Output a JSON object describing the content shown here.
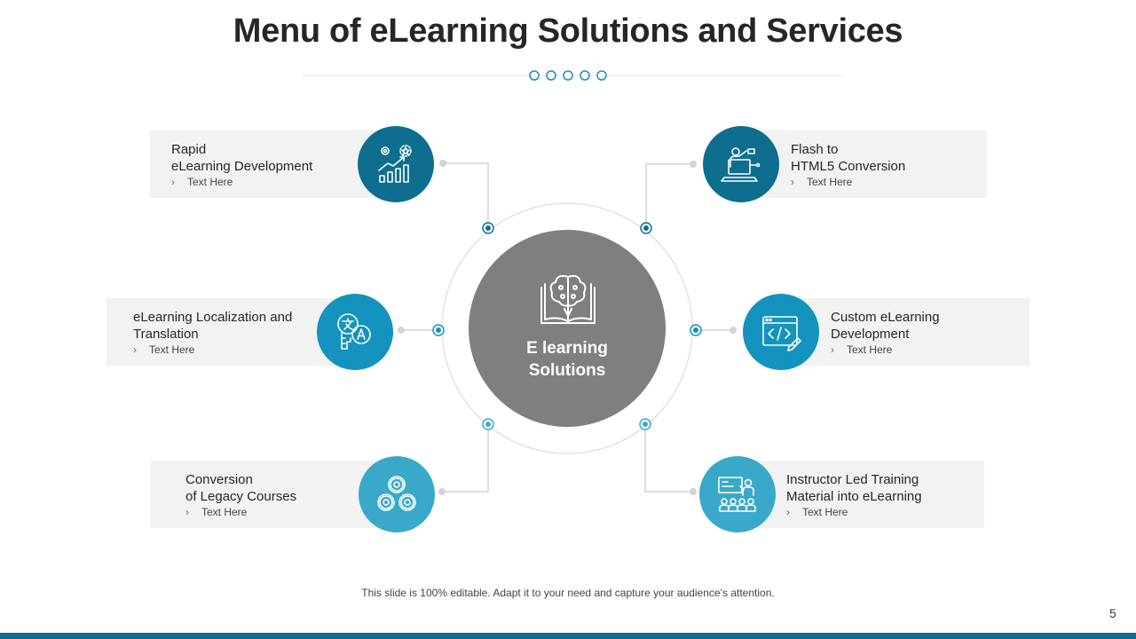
{
  "title": "Menu of eLearning Solutions and Services",
  "center": {
    "line1": "E learning",
    "line2": "Solutions",
    "icon": "brain-book-icon"
  },
  "colors": {
    "dark_blue": "#0e6e8f",
    "mid_blue": "#1393be",
    "light_blue": "#3aa9c9",
    "hub_gray": "#7f7f7f",
    "card_bg": "#f2f2f2"
  },
  "items": [
    {
      "line1": "Rapid",
      "line2": "eLearning Development",
      "sub": "Text Here",
      "icon": "growth-chart-gears-icon"
    },
    {
      "line1": "Flash to",
      "line2": "HTML5 Conversion",
      "sub": "Text Here",
      "icon": "presenter-laptop-icon"
    },
    {
      "line1": "eLearning Localization and",
      "line2": "Translation",
      "sub": "Text Here",
      "icon": "translation-icon"
    },
    {
      "line1": "Custom eLearning",
      "line2": "Development",
      "sub": "Text Here",
      "icon": "code-window-icon"
    },
    {
      "line1": "Conversion",
      "line2": "of Legacy Courses",
      "sub": "Text Here",
      "icon": "gears-icon"
    },
    {
      "line1": "Instructor  Led Training",
      "line2": "Material into eLearning",
      "sub": "Text Here",
      "icon": "classroom-training-icon"
    }
  ],
  "footer": "This slide is 100% editable. Adapt it to your need and capture your audience’s attention.",
  "page_number": "5"
}
